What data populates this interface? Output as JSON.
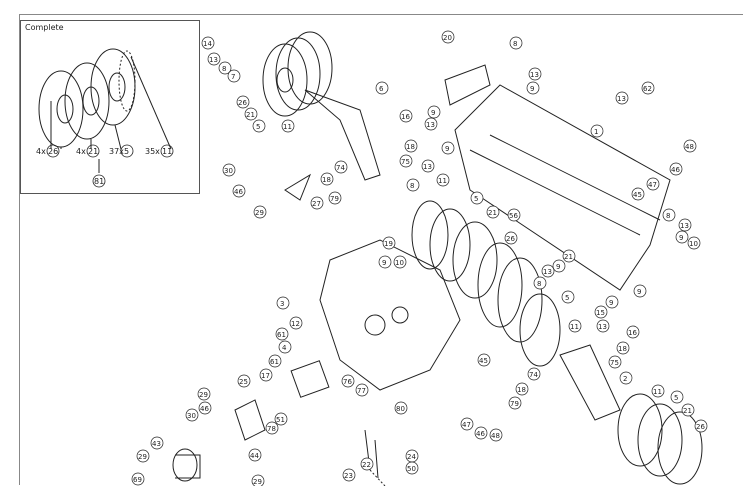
{
  "inset": {
    "title": "Complete",
    "callouts": [
      {
        "qty": "4x",
        "num": "26"
      },
      {
        "qty": "4x",
        "num": "21"
      },
      {
        "qty": "37x",
        "num": "5"
      },
      {
        "qty": "35x",
        "num": "11"
      }
    ],
    "assembly_number": "81"
  },
  "callouts": [
    "14",
    "13",
    "8",
    "7",
    "26",
    "21",
    "5",
    "11",
    "20",
    "8",
    "13",
    "9",
    "6",
    "16",
    "13",
    "18",
    "75",
    "9",
    "9",
    "13",
    "11",
    "1",
    "13",
    "62",
    "48",
    "47",
    "45",
    "46",
    "30",
    "46",
    "74",
    "18",
    "79",
    "8",
    "27",
    "29",
    "5",
    "21",
    "56",
    "8",
    "13",
    "10",
    "9",
    "9",
    "19",
    "9",
    "10",
    "26",
    "21",
    "13",
    "9",
    "8",
    "9",
    "3",
    "12",
    "61",
    "4",
    "61",
    "5",
    "11",
    "15",
    "16",
    "13",
    "18",
    "75",
    "74",
    "18",
    "79",
    "2",
    "45",
    "17",
    "76",
    "77",
    "80",
    "47",
    "46",
    "48",
    "29",
    "25",
    "46",
    "30",
    "51",
    "78",
    "44",
    "43",
    "29",
    "69",
    "23",
    "22",
    "24",
    "50",
    "29",
    "11",
    "5",
    "21",
    "26"
  ]
}
